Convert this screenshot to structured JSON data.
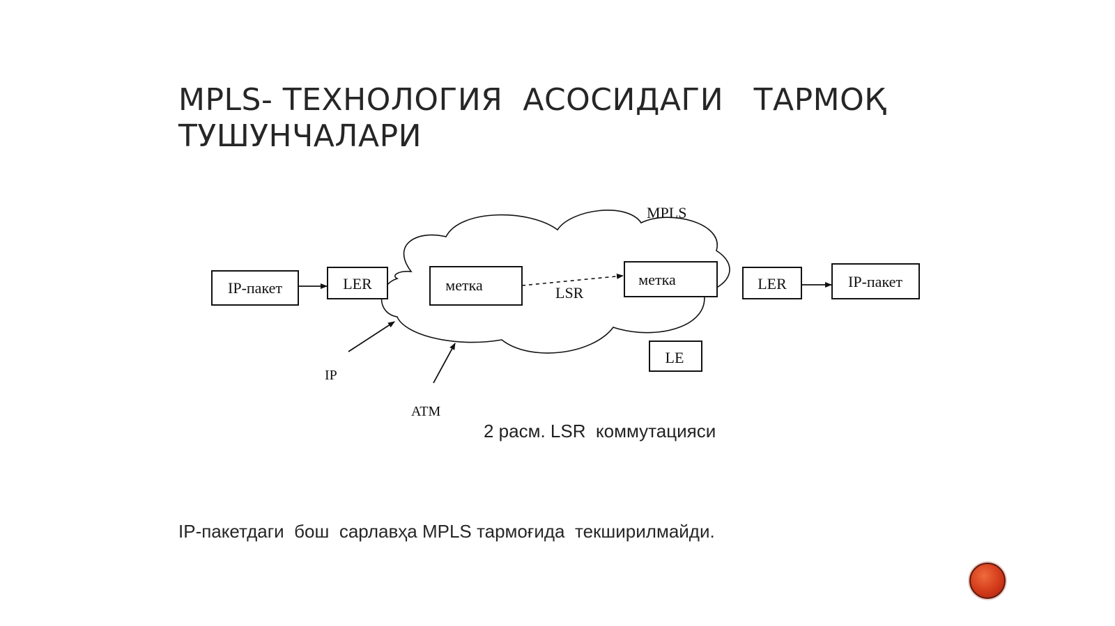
{
  "slide": {
    "title_line_1": "MPLS- ТЕХНОЛОГИЯ  АСОСИДАГИ   ТАРМОҚ",
    "title_line_2": "ТУШУНЧАЛАРИ",
    "caption": "2 расм. LSR  коммутацияси",
    "footnote": "IP-пакетдаги  бош  сарлавҳа MPLS тармоғида  текширилмайди."
  },
  "diagram": {
    "cloud_label": "MPLS",
    "nodes": {
      "ip_packet_in": "IP-пакет",
      "ler_in": "LER",
      "label_1": "метка",
      "label_2": "метка",
      "ler_out": "LER",
      "ip_packet_out": "IP-пакет",
      "le": "LE"
    },
    "path_label": "LSR",
    "ip_label": "IP",
    "atm_label": "ATM"
  },
  "colors": {
    "text": "#262626",
    "nav_button": "#d23a1a"
  },
  "icons": {
    "nav_button": "red-circle-button"
  }
}
